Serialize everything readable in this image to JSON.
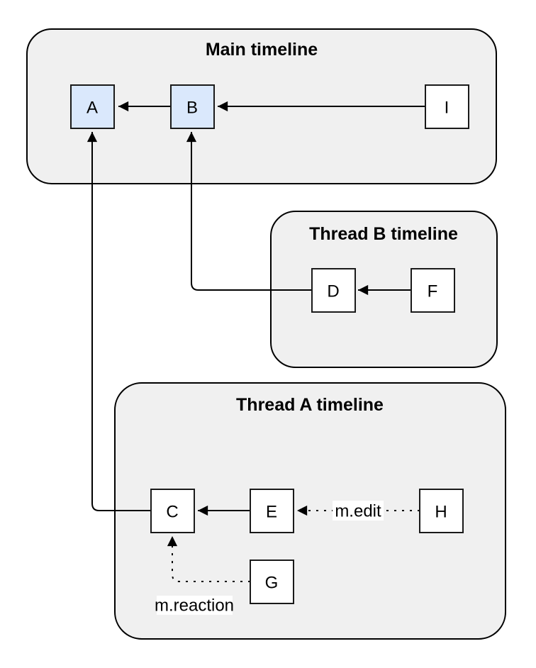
{
  "diagram": {
    "containers": {
      "main": {
        "title": "Main timeline"
      },
      "thread_b": {
        "title": "Thread B timeline"
      },
      "thread_a": {
        "title": "Thread A timeline"
      }
    },
    "nodes": {
      "a": {
        "label": "A",
        "style": "highlighted"
      },
      "b": {
        "label": "B",
        "style": "highlighted"
      },
      "i": {
        "label": "I",
        "style": "plain"
      },
      "d": {
        "label": "D",
        "style": "plain"
      },
      "f": {
        "label": "F",
        "style": "plain"
      },
      "c": {
        "label": "C",
        "style": "plain"
      },
      "e": {
        "label": "E",
        "style": "plain"
      },
      "g": {
        "label": "G",
        "style": "plain"
      },
      "h": {
        "label": "H",
        "style": "plain"
      }
    },
    "edge_labels": {
      "m_edit": {
        "label": "m.edit"
      },
      "m_reaction": {
        "label": "m.reaction"
      }
    },
    "colors": {
      "container_fill": "#f0f0f0",
      "container_stroke": "#000000",
      "node_fill": "#ffffff",
      "highlight_fill": "#dae8fc",
      "node_stroke": "#1a1a1a",
      "edge_stroke": "#000000",
      "text_color": "#000000",
      "label_bg": "#ffffff"
    }
  }
}
